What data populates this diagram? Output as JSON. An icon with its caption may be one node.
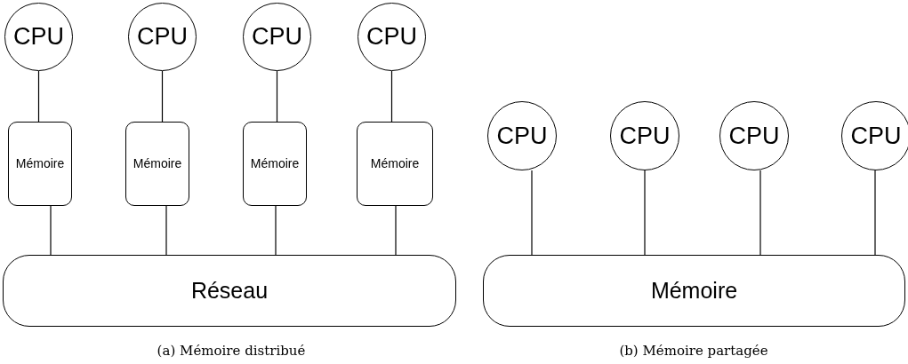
{
  "diagram": {
    "nodes": [
      {
        "text": [
          "CPU"
        ]
      },
      {
        "text": [
          "CPU"
        ]
      },
      {
        "text": [
          "CPU"
        ]
      },
      {
        "text": [
          "CPU"
        ]
      },
      {
        "text": [
          "Mémoire"
        ]
      },
      {
        "text": [
          "Mémoire"
        ]
      },
      {
        "text": [
          "Mémoire"
        ]
      },
      {
        "text": [
          "Mémoire"
        ]
      },
      {
        "text": [
          "Réseau"
        ]
      },
      {
        "text": [
          "CPU"
        ]
      },
      {
        "text": [
          "CPU"
        ]
      },
      {
        "text": [
          "CPU"
        ]
      },
      {
        "text": [
          "CPU"
        ]
      },
      {
        "text": [
          "Mémoire"
        ]
      }
    ],
    "edges": [
      {
        "from": 0,
        "to": 4,
        "arrow": "none"
      },
      {
        "from": 1,
        "to": 5,
        "arrow": "none"
      },
      {
        "from": 2,
        "to": 6,
        "arrow": "none"
      },
      {
        "from": 3,
        "to": 7,
        "arrow": "none"
      },
      {
        "from": 4,
        "to": 8,
        "arrow": "none"
      },
      {
        "from": 5,
        "to": 8,
        "arrow": "none"
      },
      {
        "from": 6,
        "to": 8,
        "arrow": "none"
      },
      {
        "from": 7,
        "to": 8,
        "arrow": "none"
      },
      {
        "from": 9,
        "to": 13,
        "arrow": "none"
      },
      {
        "from": 10,
        "to": 13,
        "arrow": "none"
      },
      {
        "from": 11,
        "to": 13,
        "arrow": "none"
      },
      {
        "from": 12,
        "to": 13,
        "arrow": "none"
      }
    ],
    "labels": [
      "(a) Mémoire distribué",
      "(b) Mémoire partagée"
    ]
  }
}
